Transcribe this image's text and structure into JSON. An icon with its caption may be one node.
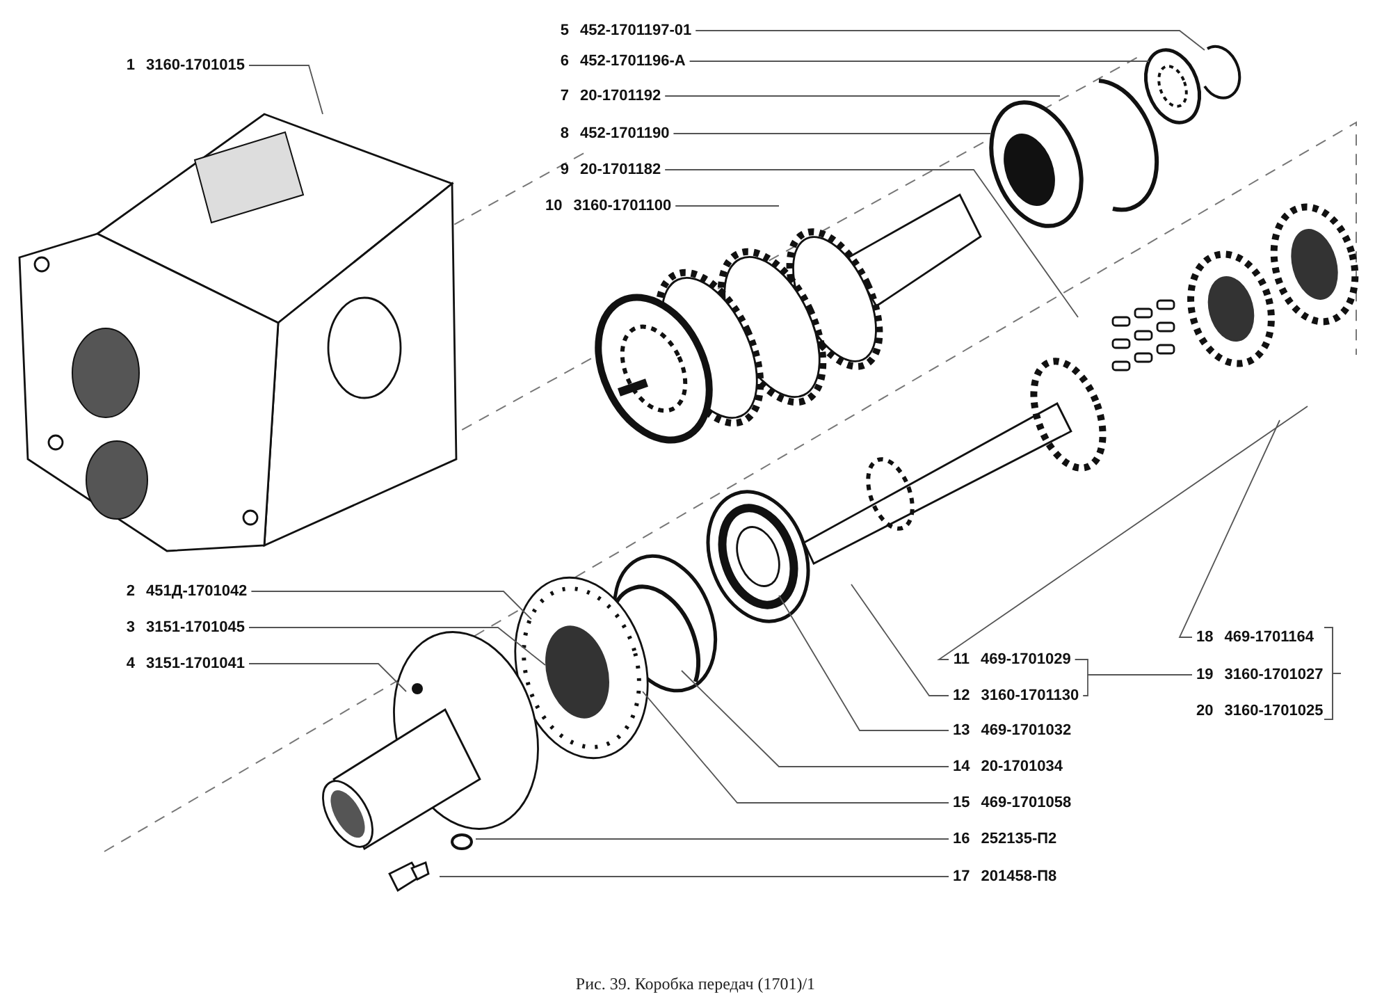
{
  "diagram": {
    "caption": "Рис. 39. Коробка передач (1701)/1",
    "nodes": [
      {
        "text": [
          "1",
          "3160-1701015"
        ]
      },
      {
        "text": [
          "2",
          "451Д-1701042"
        ]
      },
      {
        "text": [
          "3",
          "3151-1701045"
        ]
      },
      {
        "text": [
          "4",
          "3151-1701041"
        ]
      },
      {
        "text": [
          "5",
          "452-1701197-01"
        ]
      },
      {
        "text": [
          "6",
          "452-1701196-А"
        ]
      },
      {
        "text": [
          "7",
          "20-1701192"
        ]
      },
      {
        "text": [
          "8",
          "452-1701190"
        ]
      },
      {
        "text": [
          "9",
          "20-1701182"
        ]
      },
      {
        "text": [
          "10",
          "3160-1701100"
        ]
      },
      {
        "text": [
          "11",
          "469-1701029"
        ]
      },
      {
        "text": [
          "12",
          "3160-1701130"
        ]
      },
      {
        "text": [
          "13",
          "469-1701032"
        ]
      },
      {
        "text": [
          "14",
          "20-1701034"
        ]
      },
      {
        "text": [
          "15",
          "469-1701058"
        ]
      },
      {
        "text": [
          "16",
          "252135-П2"
        ]
      },
      {
        "text": [
          "17",
          "201458-П8"
        ]
      },
      {
        "text": [
          "18",
          "469-1701164"
        ]
      },
      {
        "text": [
          "19",
          "3160-1701027"
        ]
      },
      {
        "text": [
          "20",
          "3160-1701025"
        ]
      }
    ],
    "edges": [
      {
        "from": 0,
        "to": null,
        "arrow": "none"
      },
      {
        "from": 1,
        "to": null,
        "arrow": "none"
      },
      {
        "from": 2,
        "to": null,
        "arrow": "none"
      },
      {
        "from": 3,
        "to": null,
        "arrow": "none"
      },
      {
        "from": 4,
        "to": null,
        "arrow": "none"
      },
      {
        "from": 5,
        "to": null,
        "arrow": "none"
      },
      {
        "from": 6,
        "to": null,
        "arrow": "none"
      },
      {
        "from": 7,
        "to": null,
        "arrow": "none"
      },
      {
        "from": 8,
        "to": null,
        "arrow": "none"
      },
      {
        "from": 9,
        "to": null,
        "arrow": "none"
      },
      {
        "from": 10,
        "to": null,
        "arrow": "none"
      },
      {
        "from": 11,
        "to": null,
        "arrow": "none"
      },
      {
        "from": 12,
        "to": null,
        "arrow": "none"
      },
      {
        "from": 13,
        "to": null,
        "arrow": "none"
      },
      {
        "from": 14,
        "to": null,
        "arrow": "none"
      },
      {
        "from": 15,
        "to": null,
        "arrow": "none"
      },
      {
        "from": 16,
        "to": null,
        "arrow": "none"
      },
      {
        "from": 17,
        "to": null,
        "arrow": "none"
      },
      {
        "from": 10,
        "to": 18,
        "arrow": "none"
      },
      {
        "from": 11,
        "to": 18,
        "arrow": "none"
      }
    ]
  }
}
